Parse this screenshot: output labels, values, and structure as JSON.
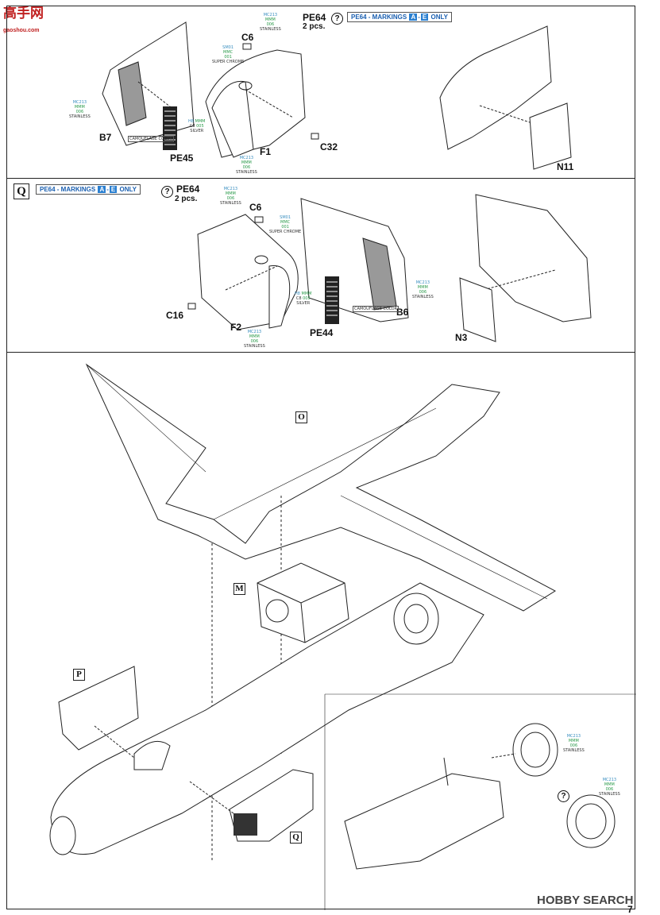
{
  "watermark_top": {
    "cn": "高手网",
    "url": "gaoshou.com"
  },
  "watermark_bottom": {
    "brand": "HOBBY SEARCH",
    "page": "7"
  },
  "step_top": {
    "pe_label": "PE64",
    "qty": "2 pcs.",
    "markings": "PE64 - MARKINGS",
    "m1": "A",
    "dash": "-",
    "m2": "E",
    "only": "ONLY",
    "parts": {
      "c6": "C6",
      "b7": "B7",
      "pe45": "PE45",
      "f1": "F1",
      "c32": "C32",
      "n11": "N11"
    },
    "chip_stainless": [
      "MC213",
      "MMM",
      "006",
      "STAINLESS"
    ],
    "chip_chrome": [
      "SM01",
      "MMC",
      "001",
      "SUPER CHROME"
    ],
    "chip_silver": [
      "H8",
      "C8",
      "MMM",
      "005",
      "SILVER"
    ],
    "camo": "CAMOUFLAGE COLOR"
  },
  "step_q": {
    "letter": "Q",
    "markings": "PE64 - MARKINGS",
    "m1": "A",
    "dash": "-",
    "m2": "E",
    "only": "ONLY",
    "pe_label": "PE64",
    "qty": "2 pcs.",
    "parts": {
      "c6": "C6",
      "c16": "C16",
      "f2": "F2",
      "pe44": "PE44",
      "b6": "B6",
      "n3": "N3"
    },
    "chip_stainless": [
      "MC213",
      "MMM",
      "006",
      "STAINLESS"
    ],
    "chip_chrome": [
      "SM01",
      "MMC",
      "001",
      "SUPER CHROME"
    ],
    "chip_silver": [
      "H8",
      "C8",
      "MMM",
      "005",
      "SILVER"
    ],
    "camo": "CAMOUFLAGE COLOR"
  },
  "step_main": {
    "o": "O",
    "m": "M",
    "p": "P",
    "q": "Q",
    "chip_stainless": [
      "MC213",
      "MMM",
      "006",
      "STAINLESS"
    ]
  },
  "colors": {
    "accent": "#2a7fd0",
    "chip_blue": "#3a8fc0",
    "chip_green": "#2a9a4a"
  }
}
